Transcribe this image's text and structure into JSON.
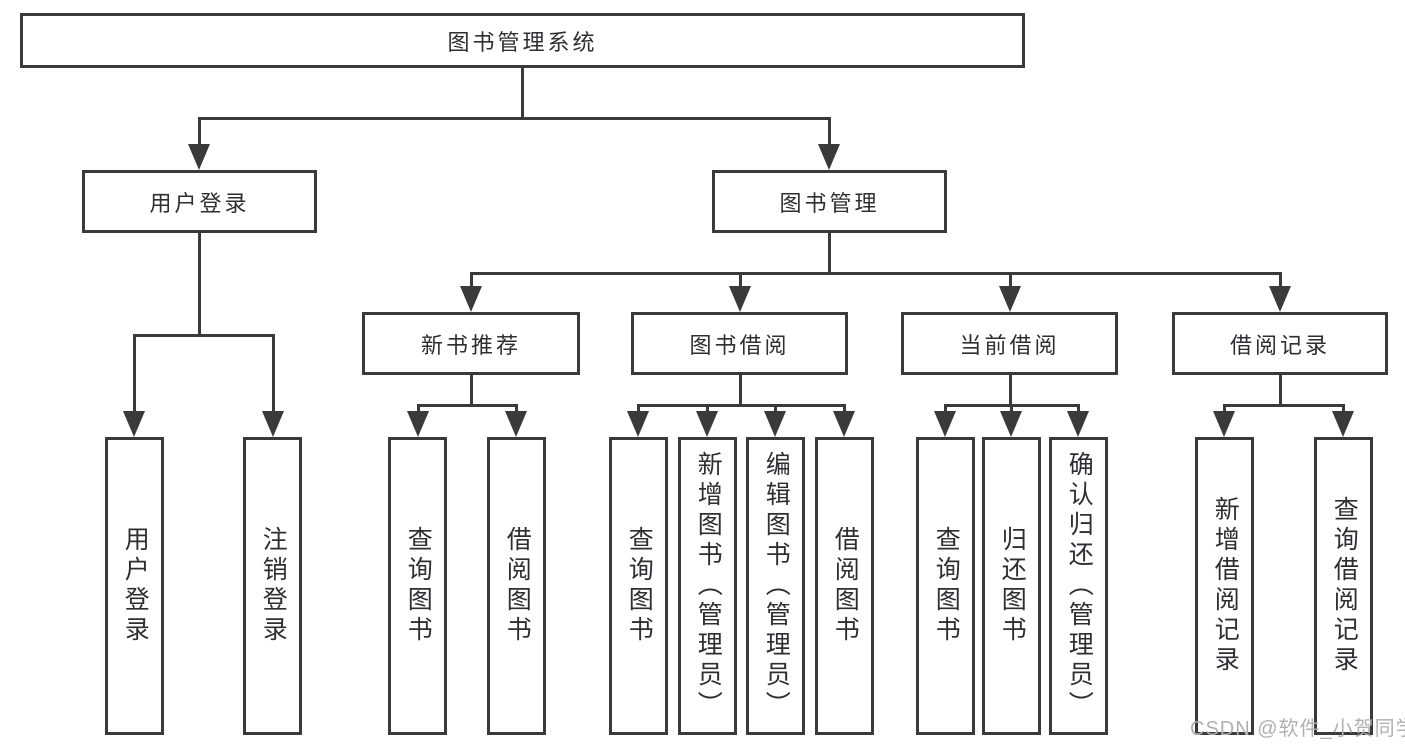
{
  "diagram": {
    "root": {
      "label": "图书管理系统"
    },
    "level2": [
      {
        "label": "用户登录"
      },
      {
        "label": "图书管理"
      }
    ],
    "level3": [
      {
        "label": "新书推荐"
      },
      {
        "label": "图书借阅"
      },
      {
        "label": "当前借阅"
      },
      {
        "label": "借阅记录"
      }
    ],
    "leaves": [
      {
        "label": "用户登录"
      },
      {
        "label": "注销登录"
      },
      {
        "label": "查询图书"
      },
      {
        "label": "借阅图书"
      },
      {
        "label": "查询图书"
      },
      {
        "label": "新增图书（管理员）"
      },
      {
        "label": "编辑图书（管理员）"
      },
      {
        "label": "借阅图书"
      },
      {
        "label": "查询图书"
      },
      {
        "label": "归还图书"
      },
      {
        "label": "确认归还（管理员）"
      },
      {
        "label": "新增借阅记录"
      },
      {
        "label": "查询借阅记录"
      }
    ]
  },
  "watermark": {
    "text": "CSDN @软件_小贺同学"
  },
  "colors": {
    "line": "#3a3a3a",
    "text": "#2e2e33",
    "background": "#ffffff",
    "box_background": "#ffffff",
    "watermark": "#b0b0b0"
  }
}
